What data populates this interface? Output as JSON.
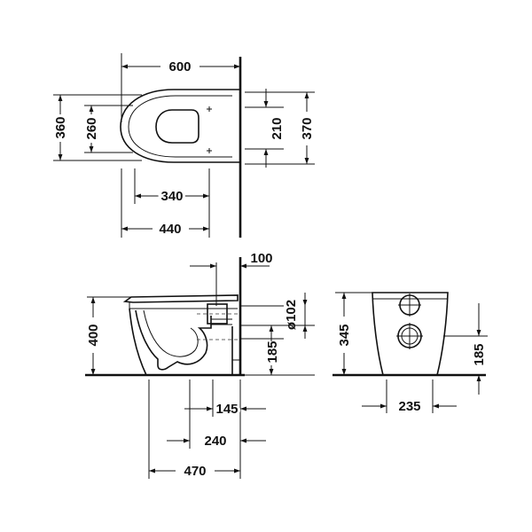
{
  "top_view": {
    "width_overall": "600",
    "width_inner": "340",
    "length_total": "440",
    "depth_overall": "360",
    "depth_inner": "260",
    "rim_depth_right": "210",
    "depth_right": "370"
  },
  "side_view": {
    "wall_offset": "100",
    "outlet_diameter": "ø102",
    "height": "400",
    "outlet_height": "185",
    "outlet_dist_1": "145",
    "outlet_dist_2": "240",
    "depth_total": "470"
  },
  "rear_view": {
    "height": "345",
    "outlet_height": "185",
    "fixing_width": "235"
  }
}
